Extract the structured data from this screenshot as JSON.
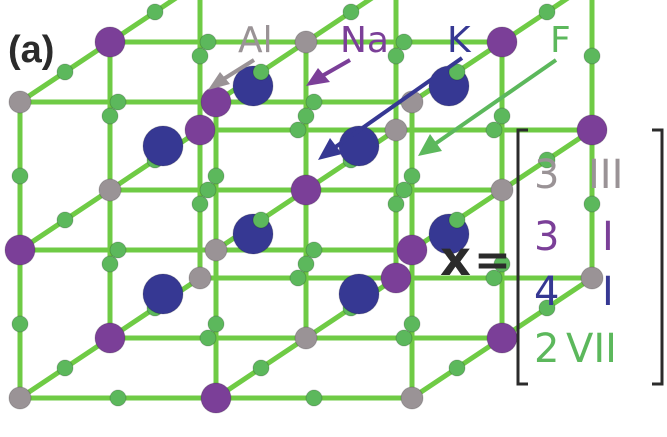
{
  "panel_label": "(a)",
  "colors": {
    "Al": "#9a9396",
    "Na": "#7b3f98",
    "K": "#363893",
    "F": "#5cb85c",
    "bond": "#6fcb45",
    "text_dark": "#2b2b2b"
  },
  "species": [
    {
      "symbol": "Al",
      "color": "#9a9396"
    },
    {
      "symbol": "Na",
      "color": "#7b3f98"
    },
    {
      "symbol": "K",
      "color": "#363893"
    },
    {
      "symbol": "F",
      "color": "#5cb85c"
    }
  ],
  "vector": {
    "symbol": "x",
    "equals": "=",
    "rows": [
      {
        "count": "3",
        "roman": "III",
        "color": "#9a9396"
      },
      {
        "count": "3",
        "roman": "I",
        "color": "#7b3f98"
      },
      {
        "count": "4",
        "roman": "I",
        "color": "#363893"
      },
      {
        "count": "2",
        "roman": "VII",
        "color": "#5cb85c"
      }
    ]
  }
}
